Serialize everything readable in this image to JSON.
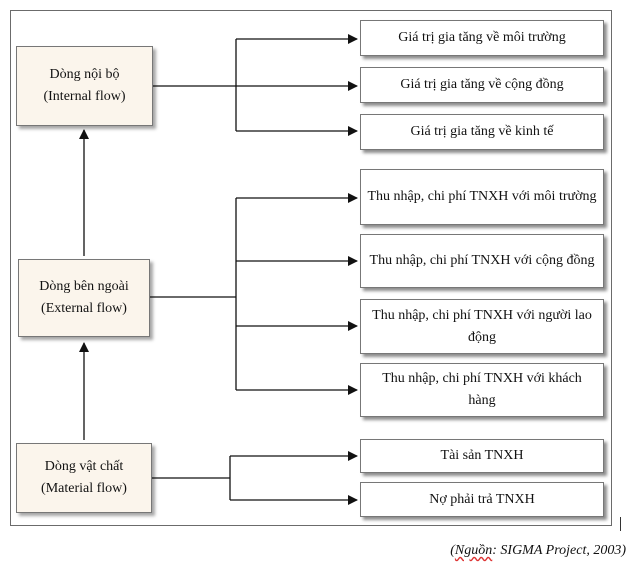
{
  "left_boxes": {
    "internal": {
      "line1": "Dòng nội bộ",
      "line2": "(Internal flow)"
    },
    "external": {
      "line1": "Dòng bên ngoài",
      "line2": "(External flow)"
    },
    "material": {
      "line1": "Dòng vật chất",
      "line2": "(Material flow)"
    }
  },
  "right_boxes": {
    "value_environment": "Giá trị gia tăng về môi trường",
    "value_community": "Giá trị gia tăng về cộng đồng",
    "value_economy": "Giá trị gia tăng về kinh tế",
    "income_environment": "Thu nhập, chi phí TNXH với môi trường",
    "income_community": "Thu nhập, chi phí TNXH với cộng đồng",
    "income_workers": "Thu nhập, chi phí TNXH với người lao động",
    "income_customers": "Thu nhập, chi phí TNXH với khách hàng",
    "assets": "Tài sản TNXH",
    "liabilities": "Nợ phải trả TNXH"
  },
  "source": {
    "prefix": "(",
    "underlined": "Nguồn",
    "rest": ": SIGMA Project, 2003)"
  }
}
